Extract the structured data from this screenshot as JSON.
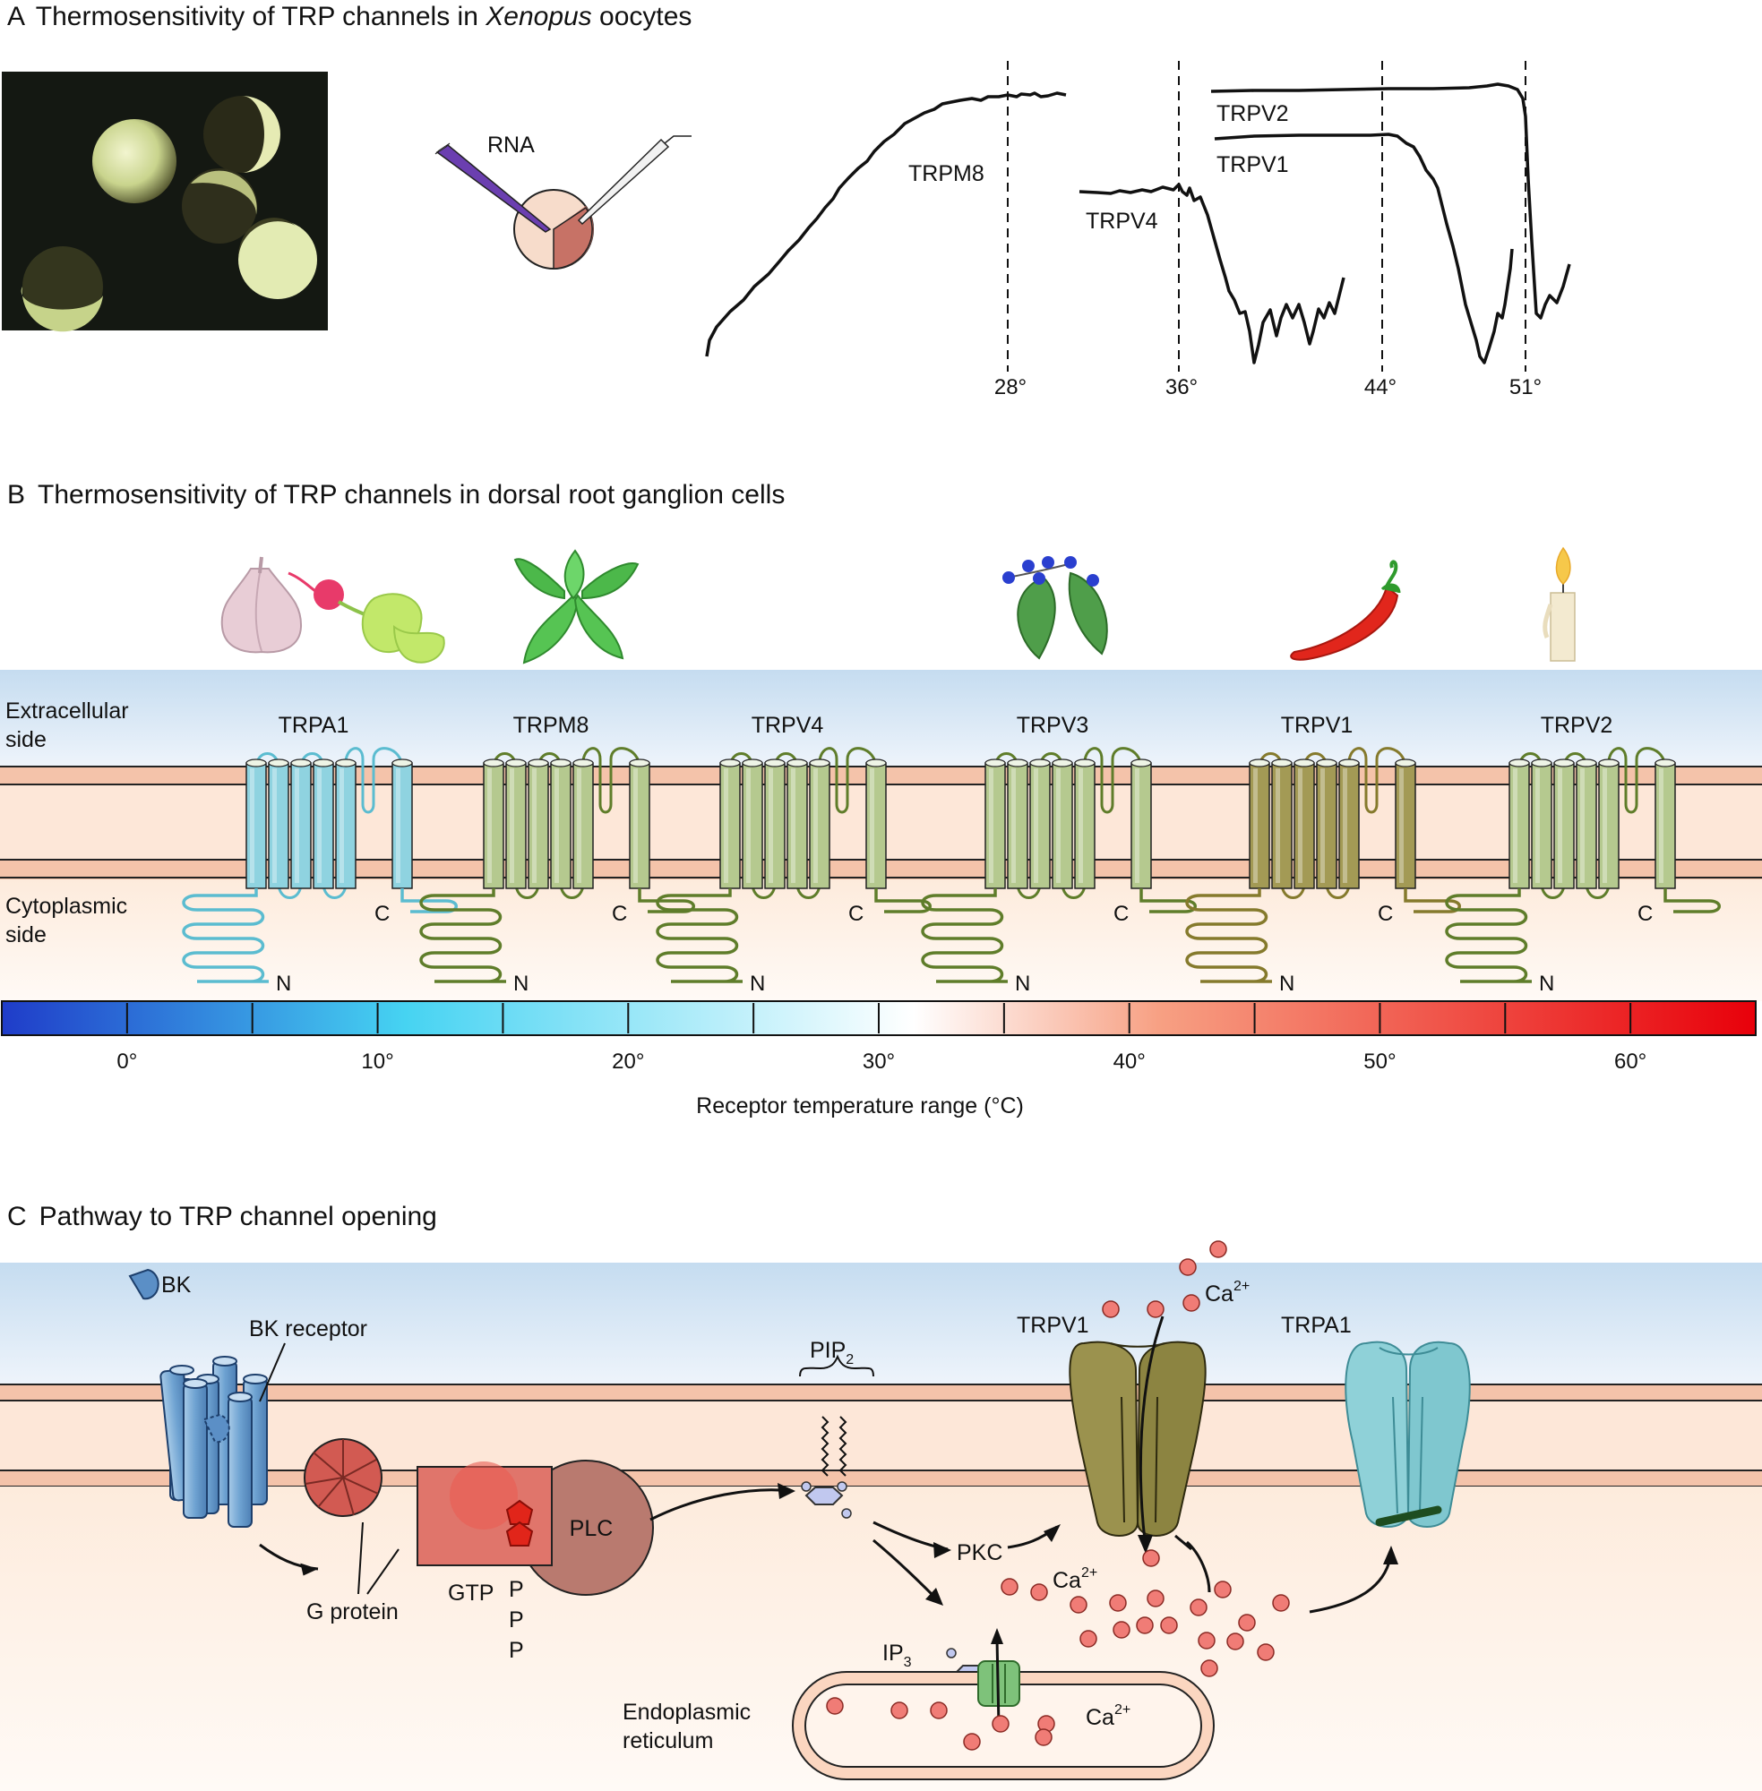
{
  "panel_a": {
    "heading_letter": "A",
    "heading_pre": "Thermosensitivity of TRP channels in ",
    "heading_italic": "Xenopus",
    "heading_post": " oocytes",
    "rna_label": "RNA",
    "traces": [
      {
        "name": "TRPM8"
      },
      {
        "name": "TRPV4"
      },
      {
        "name": "TRPV2"
      },
      {
        "name": "TRPV1"
      }
    ],
    "thresholds": [
      "28°",
      "36°",
      "44°",
      "51°"
    ]
  },
  "panel_b": {
    "heading_letter": "B",
    "heading_text": "Thermosensitivity of TRP channels in dorsal root ganglion cells",
    "extracellular_line1": "Extracellular",
    "extracellular_line2": "side",
    "cytoplasmic_line1": "Cytoplasmic",
    "cytoplasmic_line2": "side",
    "terminal_n": "N",
    "terminal_c": "C",
    "channels": [
      {
        "name": "TRPA1",
        "color": "#8fd3e0",
        "stroke": "#5bbcd0",
        "stimulus_icon": "garlic-radish-icon"
      },
      {
        "name": "TRPM8",
        "color": "#b5c98f",
        "stroke": "#5f7d2a",
        "stimulus_icon": "mint-icon"
      },
      {
        "name": "TRPV4",
        "color": "#b5c98f",
        "stroke": "#5f7d2a",
        "stimulus_icon": ""
      },
      {
        "name": "TRPV3",
        "color": "#b5c98f",
        "stroke": "#5f7d2a",
        "stimulus_icon": "leaves-berries-icon"
      },
      {
        "name": "TRPV1",
        "color": "#a39a55",
        "stroke": "#857a2c",
        "stimulus_icon": "chili-pepper-icon"
      },
      {
        "name": "TRPV2",
        "color": "#b5c98f",
        "stroke": "#5f7d2a",
        "stimulus_icon": "candle-icon"
      }
    ],
    "scale_ticks": [
      "0°",
      "10°",
      "20°",
      "30°",
      "40°",
      "50°",
      "60°"
    ],
    "scale_label": "Receptor temperature range (°C)",
    "scale_colors": [
      "#1f3cc9",
      "#46d3f2",
      "#ffffff",
      "#f7a083",
      "#e8000a"
    ]
  },
  "panel_c": {
    "heading_letter": "C",
    "heading_text": "Pathway to TRP channel opening",
    "bk": "BK",
    "bk_receptor": "BK receptor",
    "g_protein": "G protein",
    "gtp": "GTP",
    "phosphate": "P",
    "plc": "PLC",
    "pip2_base": "PIP",
    "pip2_sub": "2",
    "pkc": "PKC",
    "ip3_base": "IP",
    "ip3_sub": "3",
    "ca_base": "Ca",
    "ca_sup": "2+",
    "trpv1": "TRPV1",
    "trpa1": "TRPA1",
    "er_line1": "Endoplasmic",
    "er_line2": "reticulum"
  }
}
